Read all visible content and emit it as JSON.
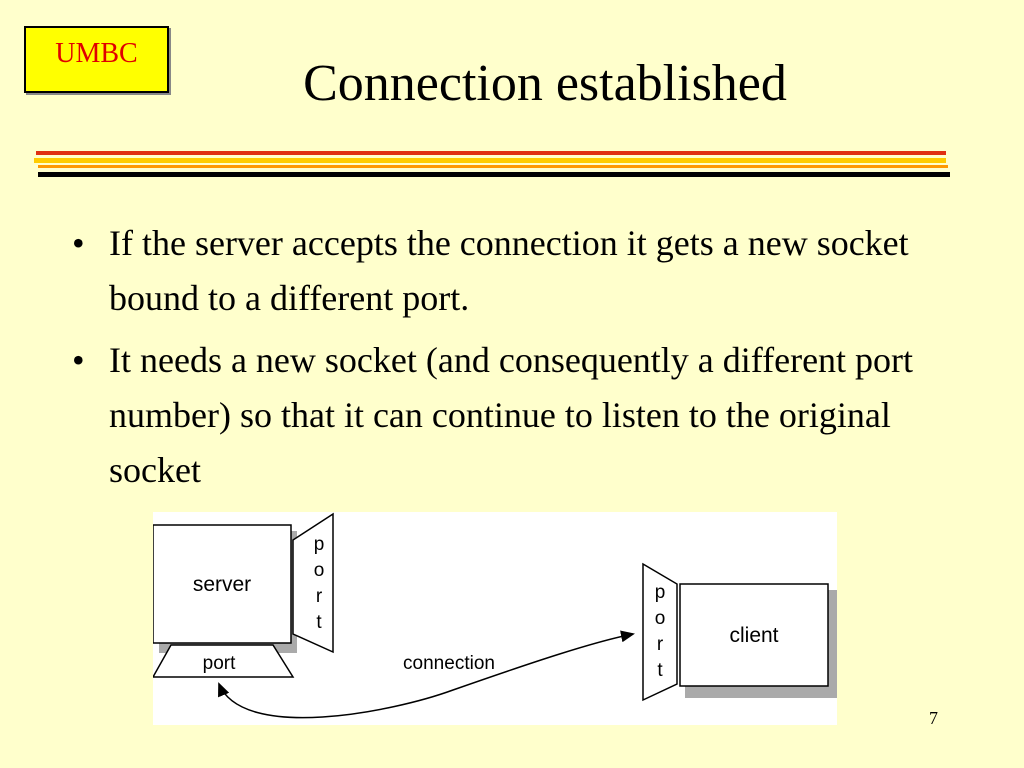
{
  "logo": "UMBC",
  "title": "Connection established",
  "bullets": [
    "If the server accepts the connection it gets a new socket bound to a different port.",
    "It needs a new socket (and consequently a different port number) so that it can continue to listen to the original socket"
  ],
  "bullet_symbol": "•",
  "diagram": {
    "server_label": "server",
    "client_label": "client",
    "bottom_port_label": "port",
    "connection_label": "connection",
    "server_port_letters": [
      "p",
      "o",
      "r",
      "t"
    ],
    "client_port_letters": [
      "p",
      "o",
      "r",
      "t"
    ]
  },
  "page_number": "7",
  "colors": {
    "background": "#ffffcc",
    "logo_fill": "#ffff00",
    "logo_text": "#e00000",
    "rule_red": "#e03010",
    "rule_yellow": "#ffcc00",
    "rule_orange": "#ff9900",
    "rule_black": "#000000"
  }
}
